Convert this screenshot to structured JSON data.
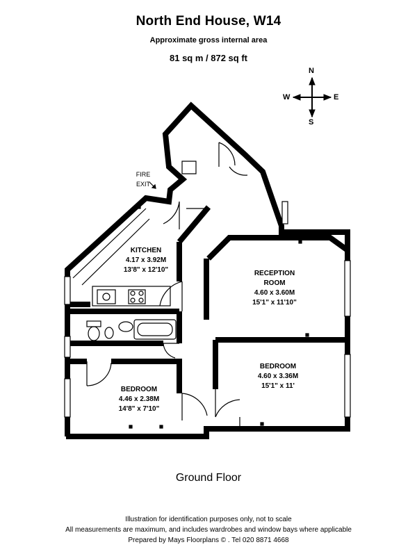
{
  "header": {
    "title": "North End House, W14",
    "subtitle": "Approximate gross internal area",
    "area": "81 sq m /  872 sq ft"
  },
  "compass": {
    "n": "N",
    "s": "S",
    "e": "E",
    "w": "W"
  },
  "fire_exit": {
    "line1": "FIRE",
    "line2": "EXIT"
  },
  "rooms": {
    "kitchen": {
      "name": "KITCHEN",
      "metric": "4.17 x 3.92M",
      "imperial": "13'8\" x 12'10\""
    },
    "reception": {
      "name1": "RECEPTION",
      "name2": "ROOM",
      "metric": "4.60 x 3.60M",
      "imperial": "15'1\" x 11'10\""
    },
    "bedroom_right": {
      "name": "BEDROOM",
      "metric": "4.60 x 3.36M",
      "imperial": "15'1\" x 11'"
    },
    "bedroom_left": {
      "name": "BEDROOM",
      "metric": "4.46 x 2.38M",
      "imperial": "14'8\" x 7'10\""
    }
  },
  "floor_label": "Ground Floor",
  "footer": {
    "line1": "Illustration for identification purposes only, not to scale",
    "line2": "All measurements are maximum, and includes wardrobes and window bays where applicable",
    "line3": "Prepared by Mays Floorplans  ©  . Tel 020 8871 4668"
  }
}
